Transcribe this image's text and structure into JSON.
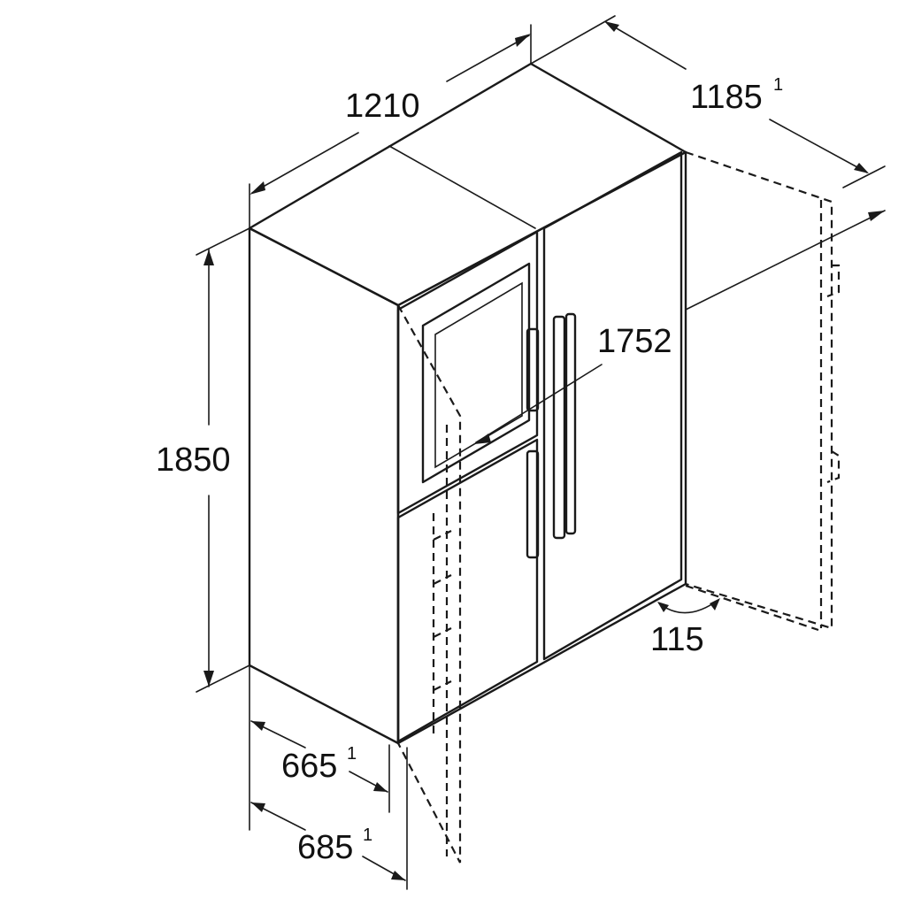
{
  "dimensions": {
    "width": {
      "value": "1210"
    },
    "depth_door": {
      "value": "1185",
      "note": "1"
    },
    "height": {
      "value": "1850"
    },
    "door_swing": {
      "value": "1752"
    },
    "door_angle": {
      "value": "115"
    },
    "depth_body": {
      "value": "665",
      "note": "1"
    },
    "depth_total": {
      "value": "685",
      "note": "1"
    }
  }
}
